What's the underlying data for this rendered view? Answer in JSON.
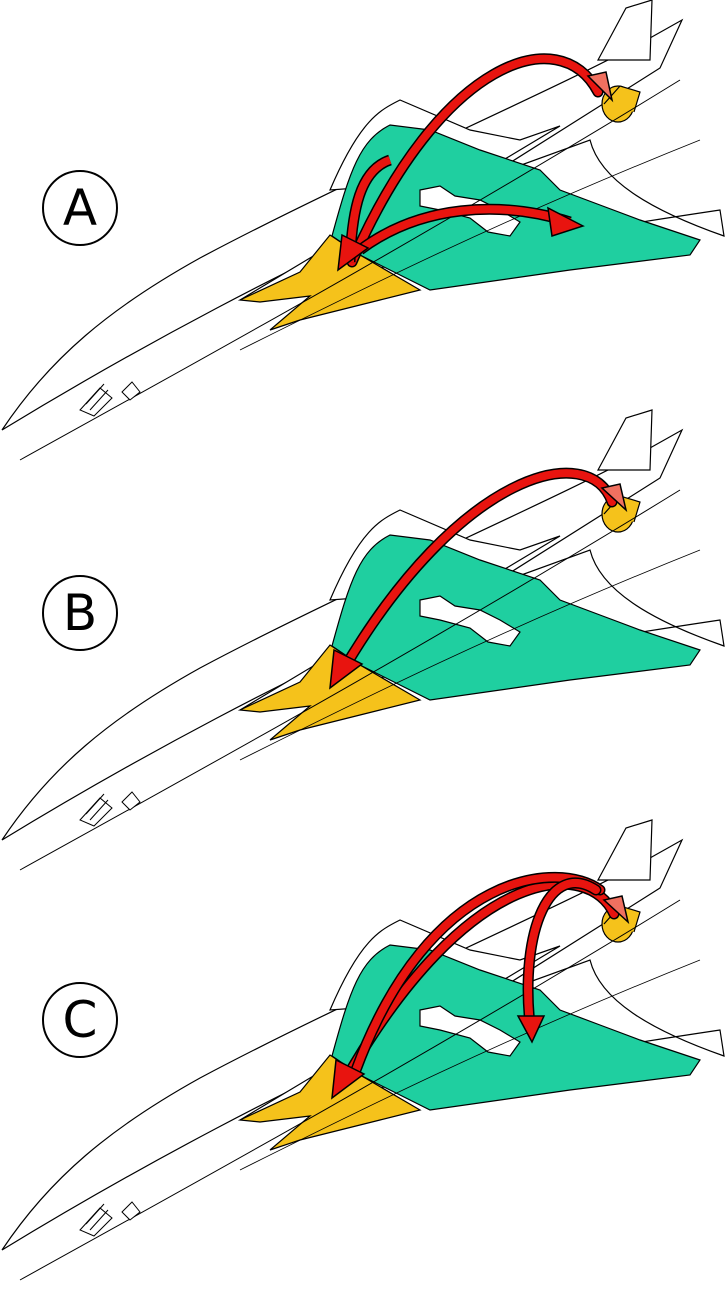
{
  "panels": [
    {
      "label": "A"
    },
    {
      "label": "B"
    },
    {
      "label": "C"
    }
  ],
  "colors": {
    "fuel_tank": "#1fcfa0",
    "trim_tank": "#f5c21b",
    "transfer_arrow": "#e8140f",
    "outline": "#000000"
  },
  "icons": {
    "aircraft": "concorde-airframe-icon",
    "arrow": "fuel-transfer-arrow-icon"
  }
}
